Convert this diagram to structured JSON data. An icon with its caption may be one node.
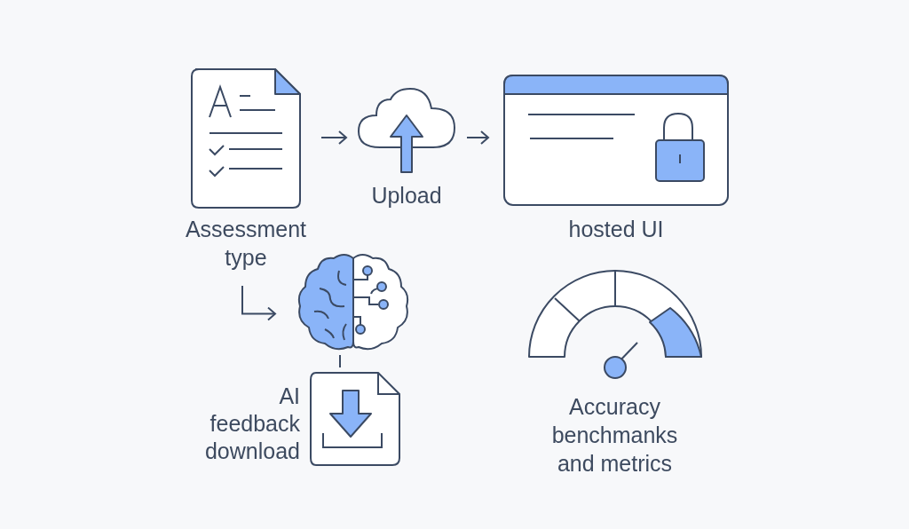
{
  "diagram": {
    "nodes": [
      {
        "text": [
          "Assessment type"
        ]
      },
      {
        "text": [
          "Upload"
        ]
      },
      {
        "text": [
          "hosted UI"
        ]
      },
      {
        "text": [],
        "shape": "picture"
      },
      {
        "text": [
          "AI feedback download"
        ]
      },
      {
        "text": [
          "Accuracy benchmanks and metrics"
        ]
      }
    ],
    "edges": [
      {
        "from": 0,
        "to": 1,
        "arrow": "to"
      },
      {
        "from": 1,
        "to": 2,
        "arrow": "to"
      },
      {
        "from": 0,
        "to": 3,
        "arrow": "to"
      },
      {
        "from": 3,
        "to": 4,
        "arrow": "none"
      }
    ]
  }
}
